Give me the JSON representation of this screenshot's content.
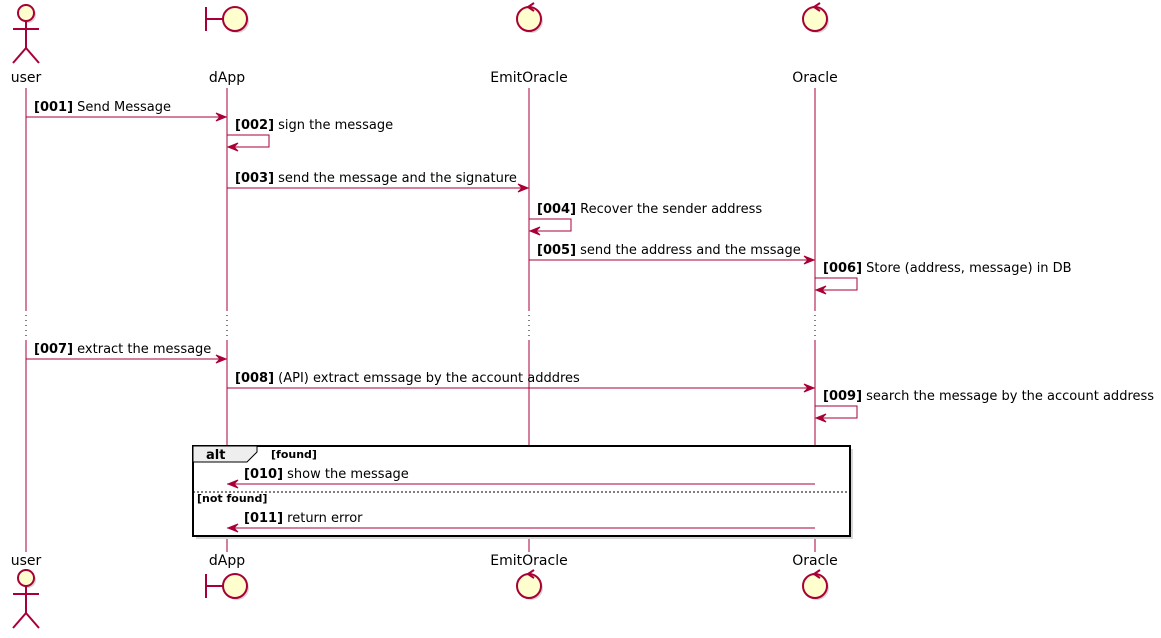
{
  "colors": {
    "arrow": "#A80036",
    "participant_fill": "#FEFECE",
    "participant_stroke": "#A80036",
    "shadow": "#d6d6d6",
    "frame": "#000000",
    "alt_header_fill": "#EEEEEE"
  },
  "participants": [
    {
      "id": "user",
      "label": "user",
      "kind": "actor",
      "icon": "actor-icon"
    },
    {
      "id": "dapp",
      "label": "dApp",
      "kind": "boundary",
      "icon": "boundary-icon"
    },
    {
      "id": "emit",
      "label": "EmitOracle",
      "kind": "control",
      "icon": "control-icon"
    },
    {
      "id": "oracle",
      "label": "Oracle",
      "kind": "control",
      "icon": "control-icon"
    }
  ],
  "messages": [
    {
      "num": "[001]",
      "text": "Send Message",
      "from": "user",
      "to": "dapp"
    },
    {
      "num": "[002]",
      "text": "sign the message",
      "from": "dapp",
      "to": "dapp"
    },
    {
      "num": "[003]",
      "text": "send the message and the signature",
      "from": "dapp",
      "to": "emit"
    },
    {
      "num": "[004]",
      "text": "Recover the sender address",
      "from": "emit",
      "to": "emit"
    },
    {
      "num": "[005]",
      "text": "send the address and the mssage",
      "from": "emit",
      "to": "oracle"
    },
    {
      "num": "[006]",
      "text": "Store (address, message) in DB",
      "from": "oracle",
      "to": "oracle"
    },
    {
      "num": "[007]",
      "text": "extract the message",
      "from": "user",
      "to": "dapp"
    },
    {
      "num": "[008]",
      "text": "(API) extract emssage by the account adddres",
      "from": "dapp",
      "to": "oracle"
    },
    {
      "num": "[009]",
      "text": "search the message by the account address",
      "from": "oracle",
      "to": "oracle"
    },
    {
      "num": "[010]",
      "text": "show the message",
      "from": "oracle",
      "to": "dapp"
    },
    {
      "num": "[011]",
      "text": "return error",
      "from": "oracle",
      "to": "dapp"
    }
  ],
  "alt_fragment": {
    "keyword": "alt",
    "guard_1": "[found]",
    "guard_2": "[not found]"
  }
}
